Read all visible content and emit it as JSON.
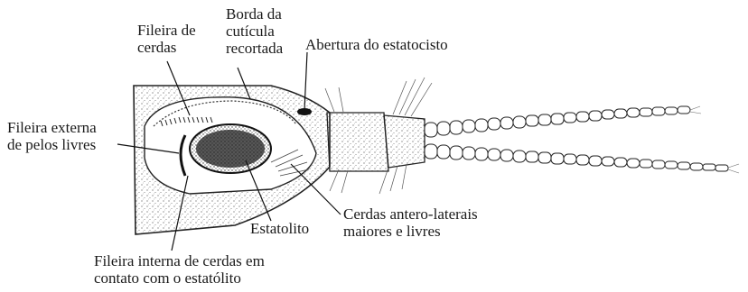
{
  "figure": {
    "labels": {
      "fileira_cerdas": [
        "Fileira de",
        "cerdas"
      ],
      "borda_cuticula": [
        "Borda da",
        "cutícula",
        "recortada"
      ],
      "abertura": [
        "Abertura do estatocisto"
      ],
      "fileira_externa": [
        "Fileira externa",
        "de pelos livres"
      ],
      "cerdas_antero": [
        "Cerdas antero-laterais",
        "maiores e livres"
      ],
      "estatolito": [
        "Estatolito"
      ],
      "fileira_interna": [
        "Fileira interna de cerdas em",
        "contato com o estatólito"
      ]
    }
  }
}
